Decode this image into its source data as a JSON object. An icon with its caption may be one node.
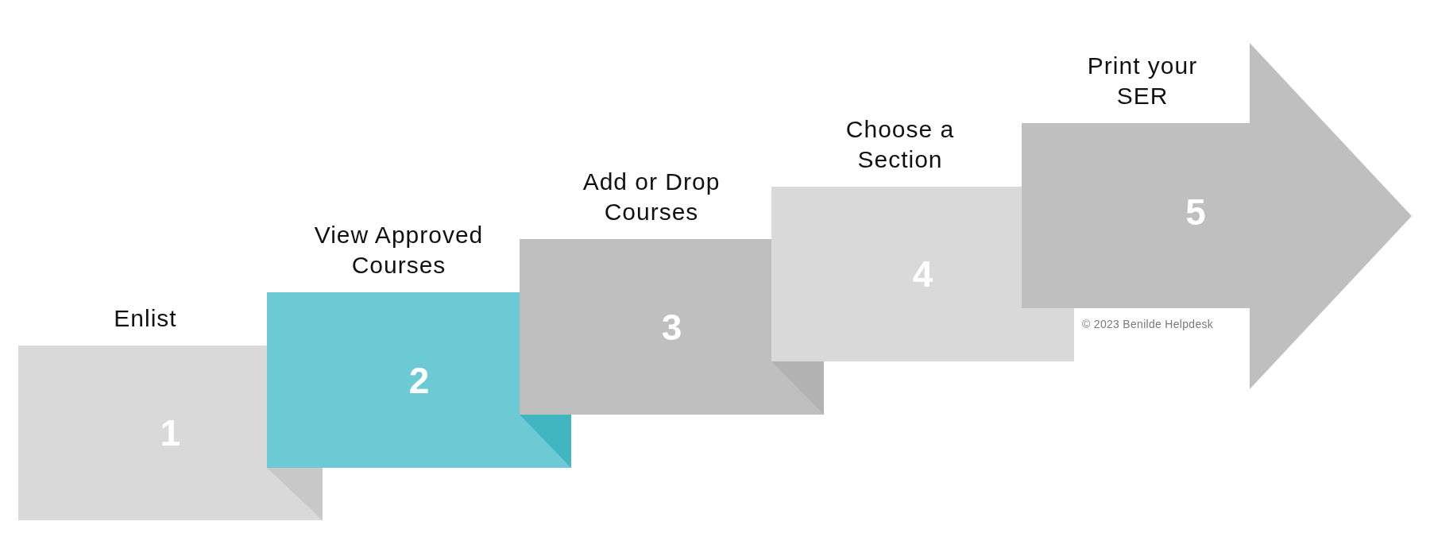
{
  "diagram": {
    "nodes": [
      {
        "text": [
          "Enlist",
          "1"
        ]
      },
      {
        "text": [
          "View Approved Courses",
          "2"
        ]
      },
      {
        "text": [
          "Add or Drop Courses",
          "3"
        ]
      },
      {
        "text": [
          "Choose a Section",
          "4"
        ]
      },
      {
        "text": [
          "Print your SER",
          "5"
        ]
      }
    ],
    "labels": [
      "© 2023 Benilde Helpdesk"
    ]
  }
}
